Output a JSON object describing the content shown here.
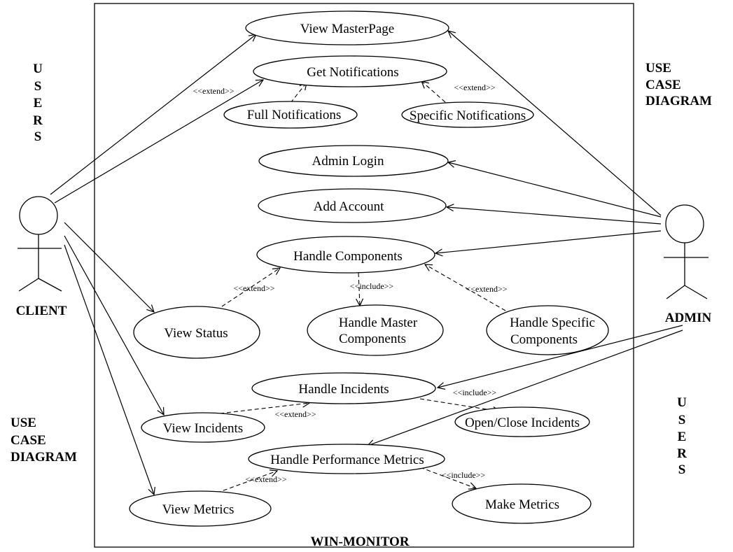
{
  "system": {
    "title": "WIN-MONITOR"
  },
  "actors": {
    "client": {
      "label": "CLIENT",
      "icon": "stick-figure-icon"
    },
    "admin": {
      "label": "ADMIN",
      "icon": "stick-figure-icon"
    }
  },
  "side_labels": {
    "left_users": [
      "U",
      "S",
      "E",
      "R",
      "S"
    ],
    "right_users": [
      "U",
      "S",
      "E",
      "R",
      "S"
    ],
    "right_diagram": [
      "USE",
      "CASE",
      "DIAGRAM"
    ],
    "left_diagram": [
      "USE",
      "CASE",
      "DIAGRAM"
    ]
  },
  "use_cases": {
    "view_masterpage": [
      "View MasterPage"
    ],
    "get_notifications": [
      "Get Notifications"
    ],
    "full_notifications": [
      "Full Notifications"
    ],
    "specific_notifications": [
      "Specific Notifications"
    ],
    "admin_login": [
      "Admin Login"
    ],
    "add_account": [
      "Add Account"
    ],
    "handle_components": [
      "Handle Components"
    ],
    "view_status": [
      "View Status"
    ],
    "handle_master_components": [
      "Handle Master",
      "Components"
    ],
    "handle_specific_components": [
      "Handle Specific",
      "Components"
    ],
    "handle_incidents": [
      "Handle Incidents"
    ],
    "view_incidents": [
      "View Incidents"
    ],
    "open_close_incidents": [
      "Open/Close Incidents"
    ],
    "handle_performance_metrics": [
      "Handle Performance Metrics"
    ],
    "view_metrics": [
      "View Metrics"
    ],
    "make_metrics": [
      "Make Metrics"
    ]
  },
  "relations": {
    "extend_client_notifications": "<<extend>>",
    "extend_specific_notifications": "<<extend>>",
    "extend_view_status": "<<extend>>",
    "include_master_components": "<<include>>",
    "extend_specific_components": "<<extend>>",
    "include_open_close": "<<include>>",
    "extend_view_incidents": "<<extend>>",
    "extend_view_metrics": "<<extend>>",
    "include_make_metrics": "<<include>>"
  }
}
